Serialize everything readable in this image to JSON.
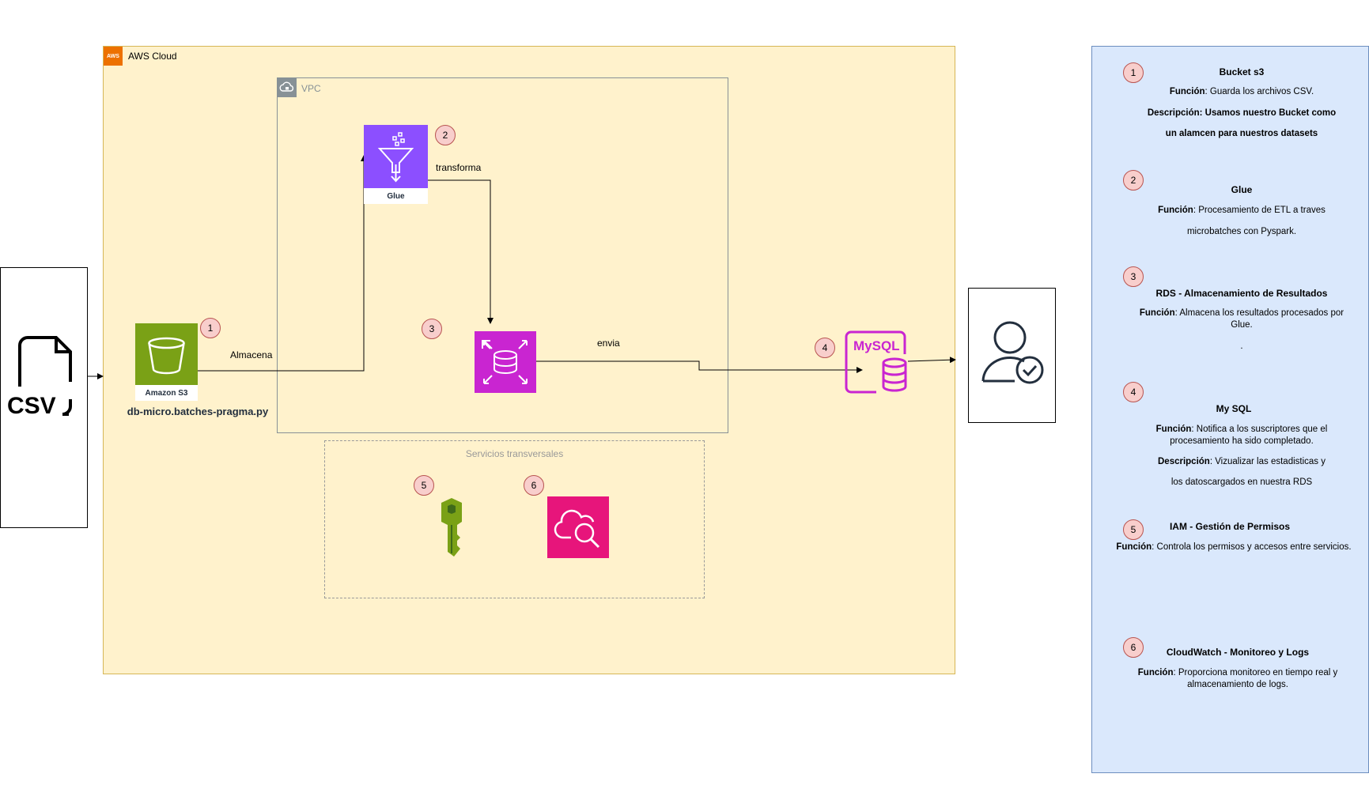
{
  "aws_cloud": {
    "title": "AWS Cloud",
    "logo_text": "AWS"
  },
  "vpc": {
    "title": "VPC"
  },
  "transversal": {
    "title": "Servicios transversales"
  },
  "csv": {
    "label": "CSV"
  },
  "nodes": {
    "s3": {
      "label": "Amazon S3",
      "name": "db-micro.batches-pragma.py",
      "badge": "1"
    },
    "glue": {
      "label": "Glue",
      "badge": "2"
    },
    "rds": {
      "badge": "3"
    },
    "mysql": {
      "label": "MySQL",
      "badge": "4"
    },
    "iam": {
      "badge": "5"
    },
    "cloudwatch": {
      "badge": "6"
    }
  },
  "edges": {
    "almacena": "Almacena",
    "transforma": "transforma",
    "envia": "envia"
  },
  "panel": [
    {
      "badge": "1",
      "title": "Bucket s3",
      "lines": [
        {
          "b": "Función",
          "t": ": Guarda los archivos CSV."
        },
        {
          "b": "Descripción: Usamos nuestro Bucket como",
          "t": ""
        },
        {
          "b": "un alamcen para nuestros datasets",
          "t": ""
        }
      ]
    },
    {
      "badge": "2",
      "title": "Glue",
      "lines": [
        {
          "b": "Función",
          "t": ":  Procesamiento de ETL a traves"
        },
        {
          "b": "",
          "t": "microbatches con Pyspark."
        }
      ]
    },
    {
      "badge": "3",
      "title": "RDS - Almacenamiento de Resultados",
      "lines": [
        {
          "b": "Función",
          "t": ": Almacena los resultados procesados por Glue."
        },
        {
          "b": "",
          "t": "."
        }
      ]
    },
    {
      "badge": "4",
      "title": "My SQL",
      "lines": [
        {
          "b": "Función",
          "t": ": Notifica a los suscriptores que el procesamiento ha sido completado."
        },
        {
          "b": "Descripción",
          "t": ": Vizualizar las estadisticas y"
        },
        {
          "b": "",
          "t": "los datoscargados en nuestra RDS"
        }
      ]
    },
    {
      "badge": "5",
      "title": "IAM - Gestión de Permisos",
      "lines": [
        {
          "b": "Función",
          "t": ": Controla los permisos y accesos entre servicios."
        }
      ]
    },
    {
      "badge": "6",
      "title": "CloudWatch - Monitoreo y Logs",
      "lines": [
        {
          "b": "Función",
          "t": ": Proporciona monitoreo en tiempo real y almacenamiento de logs."
        }
      ]
    }
  ],
  "colors": {
    "s3": "#7aa116",
    "glue": "#8c4fff",
    "rds": "#c925d1",
    "iam": "#7aa116",
    "cloudwatch": "#e7157b"
  }
}
